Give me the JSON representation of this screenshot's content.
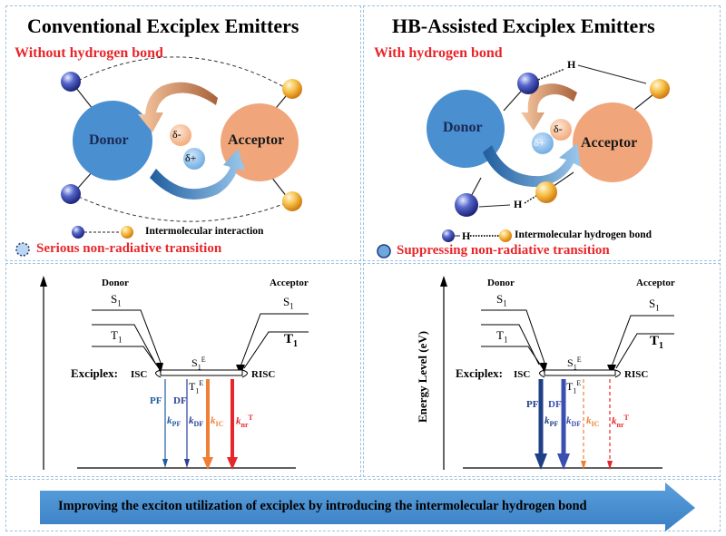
{
  "titles": {
    "left": "Conventional Exciplex Emitters",
    "right": "HB-Assisted Exciplex Emitters"
  },
  "left_top": {
    "subtitle": "Without hydrogen bond",
    "donor": "Donor",
    "acceptor": "Acceptor",
    "delta_minus": "δ-",
    "delta_plus": "δ+",
    "legend": "Intermolecular interaction",
    "status": "Serious  non-radiative  transition"
  },
  "right_top": {
    "subtitle": "With hydrogen bond",
    "donor": "Donor",
    "acceptor": "Acceptor",
    "delta_minus": "δ-",
    "delta_plus": "δ+",
    "h_label": "H",
    "legend_h": "H",
    "legend": "Intermolecular hydrogen bond",
    "status": "Suppressing  non-radiative  transition"
  },
  "energy": {
    "donor": "Donor",
    "acceptor": "Acceptor",
    "s1": "S",
    "t1": "T",
    "sub1": "1",
    "exciplex": "Exciplex:",
    "isc": "ISC",
    "risc": "RISC",
    "s1e": "S",
    "t1e": "T",
    "sup_e": "E",
    "pf": "PF",
    "df": "DF",
    "k": "k",
    "k_pf_sub": "PF",
    "k_df_sub": "DF",
    "k_ic_sub": "IC",
    "k_nr_sub": "nr",
    "k_nr_sup": "T",
    "ylabel": "Energy Level (eV)"
  },
  "banner": "Improving  the  exciton  utilization  of exciplex  by  introducing  the intermolecular  hydrogen  bond",
  "colors": {
    "donor": "#4a8fd0",
    "acceptor": "#f0a57a",
    "red": "#e8262a",
    "navy": "#1f3f86",
    "orange": "#f07f35",
    "banner": "#4a90d0",
    "ball_blue": "#3d4fb8",
    "ball_orange": "#f5b040"
  }
}
